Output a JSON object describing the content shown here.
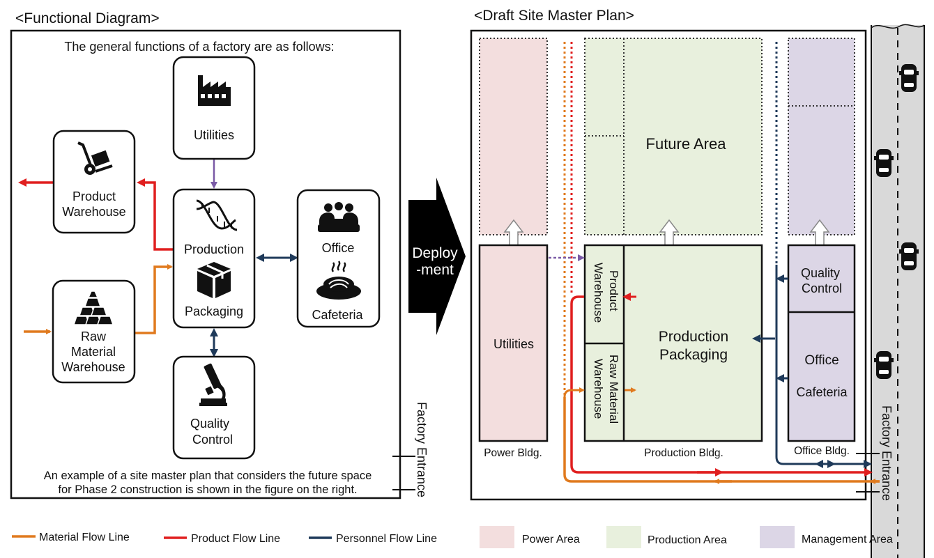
{
  "left_panel": {
    "heading": "<Functional Diagram>",
    "intro": "The general functions of a factory are as follows:",
    "utilities": "Utilities",
    "product_warehouse": [
      "Product",
      "Warehouse"
    ],
    "production": "Production",
    "packaging": "Packaging",
    "office": "Office",
    "cafeteria": "Cafeteria",
    "raw_material_warehouse": [
      "Raw",
      "Material",
      "Warehouse"
    ],
    "quality_control": [
      "Quality",
      "Control"
    ],
    "footnote": [
      "An example of a site master plan that considers the future space",
      "for Phase 2 construction is shown in the figure on the right."
    ],
    "factory_entrance": "Factory Entrance"
  },
  "deployment_arrow": [
    "Deploy",
    "-ment"
  ],
  "right_panel": {
    "heading": "<Draft Site Master Plan>",
    "future_area": "Future Area",
    "utilities": "Utilities",
    "product_warehouse": [
      "Product",
      "Warehouse"
    ],
    "raw_material_warehouse": [
      "Raw Material",
      "Warehouse"
    ],
    "production_packaging": [
      "Production",
      "Packaging"
    ],
    "quality_control": [
      "Quality",
      "Control"
    ],
    "office": "Office",
    "cafeteria": "Cafeteria",
    "power_bldg": "Power Bldg.",
    "production_bldg": "Production Bldg.",
    "office_bldg": "Office Bldg.",
    "factory_entrance": "Factory Entrance"
  },
  "legend": {
    "material_flow": "Material Flow Line",
    "product_flow": "Product Flow Line",
    "personnel_flow": "Personnel Flow Line",
    "power_area": "Power Area",
    "production_area": "Production Area",
    "management_area": "Management Area"
  },
  "colors": {
    "material_flow": "#e07a1e",
    "product_flow": "#e01f1f",
    "personnel_flow": "#1f3a5a",
    "utility_link": "#7a5aa6",
    "power_area": "#f3dede",
    "production_area": "#e8f0dd",
    "management_area": "#dcd6e6",
    "road": "#d9d9d9"
  },
  "icons": [
    "factory-icon",
    "hand-truck-icon",
    "dna-icon",
    "box-icon",
    "meeting-icon",
    "food-bowl-icon",
    "gold-bars-icon",
    "microscope-icon",
    "car-icon"
  ]
}
